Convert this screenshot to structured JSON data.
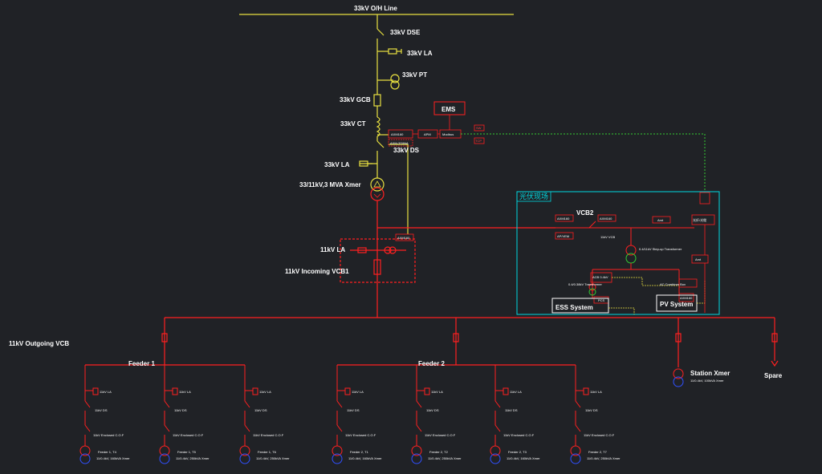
{
  "labels": {
    "ovh_line": "33kV O/H Line",
    "dse": "33kV DSE",
    "la33_top": "33kV LA",
    "pt": "33kV PT",
    "gcb": "33kV GCB",
    "ct": "33kV CT",
    "ds": "33kV DS",
    "la33_mid": "33kV LA",
    "xmer": "33/11kV,3 MVA Xmer",
    "la11": "11kV LA",
    "vcb1": "11kV Incoming VCB1",
    "outgoing": "11kV Outgoing VCB",
    "feeder1": "Feeder 1",
    "feeder2": "Feeder 2",
    "station_xmer": "Station Xmer",
    "station_xmer_sub": "11/0.4kV, 100kVA Xmer",
    "spare": "Spare",
    "ems": "EMS",
    "pv_site": "光伏现场",
    "vcb2": "VCB2",
    "ess": "ESS System",
    "pv": "PV System"
  },
  "small_boxes": {
    "meter1": "AXM160",
    "meter2": "APM",
    "meter3": "Modbus",
    "pv_meter": "AXM160",
    "pv_right": "Amt",
    "fiber": "光纤/光缆",
    "amt2": "Amt",
    "vcb2_left_top": "AXM160",
    "vcb2_left_bottom": "AP/VEM",
    "vcb2_mid": "AXM160",
    "ess_box": "PCS",
    "pv_box": "AXM160",
    "r1": "SW",
    "r2": "TCP",
    "ct_box": "AXM-3S/INA",
    "incomer_meter": "AXM160"
  },
  "feeder1_branches": [
    {
      "la": "11kV LA",
      "ds": "11kV DS",
      "breaker": "11kV Enclosed C.O.F",
      "name": "Feeder 1, T4",
      "spec": "11/0.4kV, 160kVA Xmer"
    },
    {
      "la": "11kV LA",
      "ds": "11kV DS",
      "breaker": "11kV Enclosed C.O.F",
      "name": "Feeder 1, T5",
      "spec": "11/0.4kV, 250kVA Xmer"
    },
    {
      "la": "11kV LA",
      "ds": "11kV DS",
      "breaker": "11kV Enclosed C.O.F",
      "name": "Feeder 1, T6",
      "spec": "11/0.4kV, 250kVA Xmer"
    }
  ],
  "feeder2_branches": [
    {
      "la": "11kV LA",
      "ds": "11kV DS",
      "breaker": "11kV Enclosed C.O.F",
      "name": "Feeder 2, T1",
      "spec": "11/0.4kV, 160kVA Xmer"
    },
    {
      "la": "11kV LA",
      "ds": "11kV DS",
      "breaker": "11kV Enclosed C.O.F",
      "name": "Feeder 2, T2",
      "spec": "11/0.4kV, 250kVA Xmer"
    },
    {
      "la": "11kV LA",
      "ds": "11kV DS",
      "breaker": "11kV Enclosed C.O.F",
      "name": "Feeder 2, T3",
      "spec": "11/0.4kV, 160kVA Xmer"
    },
    {
      "la": "11kV LA",
      "ds": "11kV DS",
      "breaker": "11kV Enclosed C.O.F",
      "name": "Feeder 2, T7",
      "spec": "11/0.4kV, 250kVA Xmer"
    }
  ],
  "pv_notes": {
    "xfmr_note": "0.4/11kV Step-up Transformer",
    "ess_note": "0.4/0.38kV Transformer",
    "pv_note": "AC Combiner Box",
    "vcb2_note": "11kV VCB",
    "pv_note2": "ACB 0.4kV"
  },
  "colors": {
    "background": "#202226",
    "bus_33kv": "#e8e040",
    "bus_11kv": "#ff2020",
    "comm_green": "#33cc33",
    "pv_frame": "#00d8e0",
    "label": "#ffffff",
    "xmer_blue": "#3050ff"
  }
}
